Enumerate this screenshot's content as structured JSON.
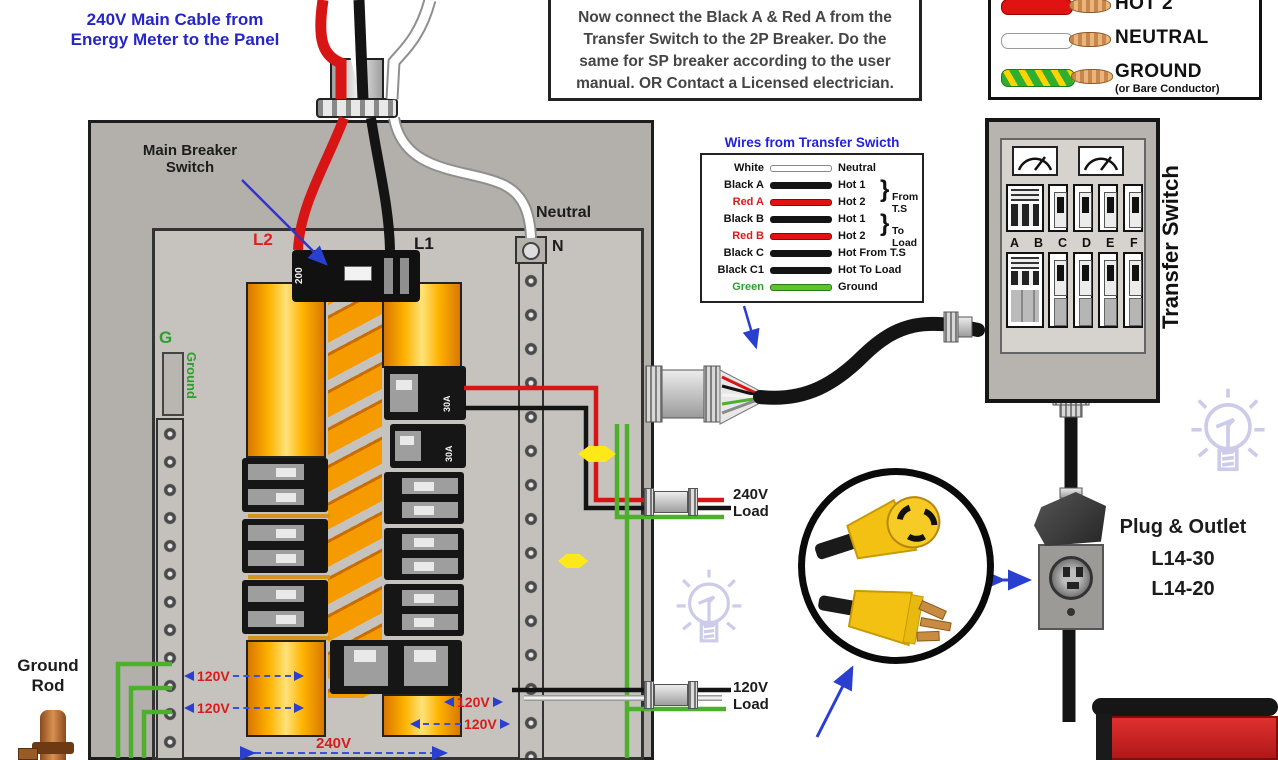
{
  "colors": {
    "accent_blue": "#2a3ecf",
    "label_red": "#d81c1c",
    "bus_orange": "#f59b00",
    "wire_green": "#4cb02c",
    "hot_red": "#e01212",
    "title_blue": "#2525c8"
  },
  "notes": {
    "main_cable": "240V Main Cable from\nEnergy Meter to the Panel",
    "instruction": "Now connect the Black A & Red A from the\nTransfer Switch to the 2P Breaker. Do the\nsame for SP breaker according to the user\nmanual. OR Contact a Licensed electrician."
  },
  "wire_key": {
    "rows": [
      {
        "label": "HOT 2"
      },
      {
        "label": "NEUTRAL"
      },
      {
        "label": "GROUND",
        "note": "(or Bare Conductor)"
      }
    ]
  },
  "ts_legend": {
    "title": "Wires from Transfer Swicth",
    "rows": [
      {
        "left": "White",
        "right": "Neutral"
      },
      {
        "left": "Black A",
        "right": "Hot 1"
      },
      {
        "left": "Red A",
        "right": "Hot 2"
      },
      {
        "left": "Black B",
        "right": "Hot 1"
      },
      {
        "left": "Red B",
        "right": "Hot 2"
      },
      {
        "left": "Black C",
        "right": "Hot From T.S"
      },
      {
        "left": "Black C1",
        "right": "Hot To Load"
      },
      {
        "left": "Green",
        "right": "Ground"
      }
    ],
    "groups": [
      {
        "label": "From T.S"
      },
      {
        "label": "To Load"
      }
    ]
  },
  "panel": {
    "main_breaker": "Main Breaker\nSwitch",
    "rating": "200",
    "l2": "L2",
    "l1": "L1",
    "neutral": "Neutral",
    "n": "N",
    "g": "G",
    "ground": "Ground",
    "breaker_amp": "30A",
    "v120": "120V",
    "v240": "240V"
  },
  "loads": {
    "load240": "240V\nLoad",
    "load120": "120V\nLoad"
  },
  "transfer_switch": {
    "label": "Transfer Switch",
    "circuits": [
      "A",
      "B",
      "C",
      "D",
      "E",
      "F"
    ]
  },
  "plug": {
    "title": "Plug & Outlet",
    "type_30": "L14-30",
    "type_20": "L14-20"
  },
  "ground_rod": "Ground\nRod"
}
